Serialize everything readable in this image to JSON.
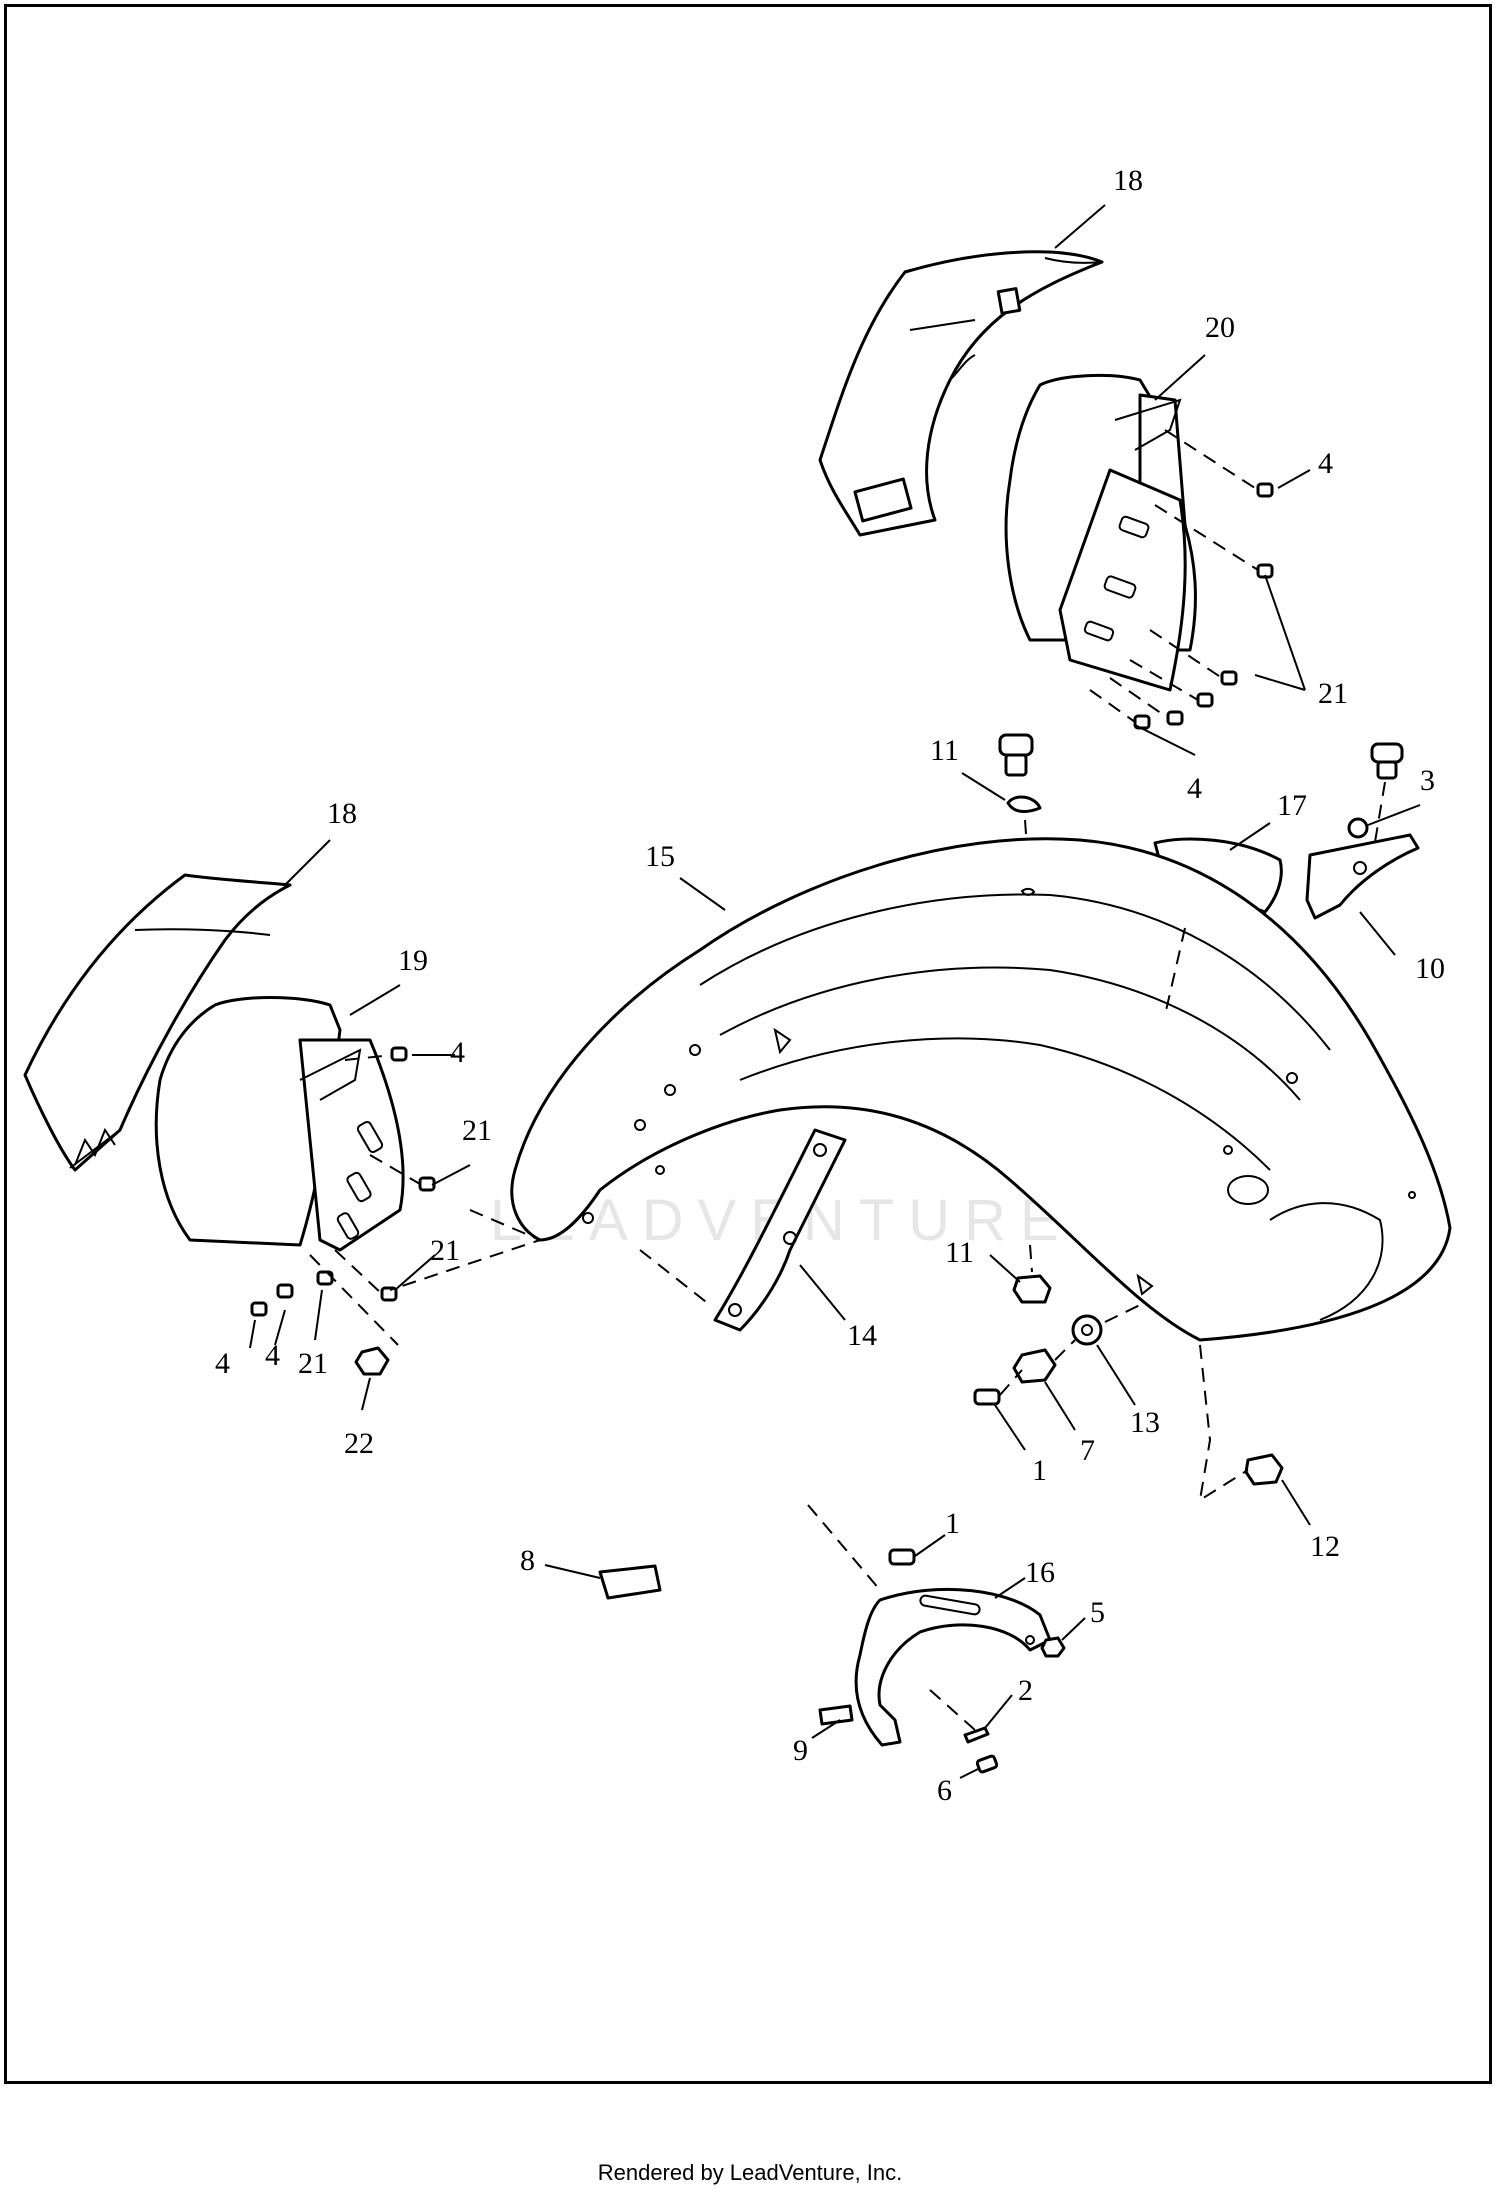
{
  "watermark": "LEADVENTURE",
  "footer": "Rendered by LeadVenture, Inc.",
  "callouts": [
    {
      "id": "c18a",
      "text": "18"
    },
    {
      "id": "c20",
      "text": "20"
    },
    {
      "id": "c4a",
      "text": "4"
    },
    {
      "id": "c21a",
      "text": "21"
    },
    {
      "id": "c4b",
      "text": "4"
    },
    {
      "id": "c11a",
      "text": "11"
    },
    {
      "id": "c3",
      "text": "3"
    },
    {
      "id": "c17",
      "text": "17"
    },
    {
      "id": "c10",
      "text": "10"
    },
    {
      "id": "c15",
      "text": "15"
    },
    {
      "id": "c18b",
      "text": "18"
    },
    {
      "id": "c19",
      "text": "19"
    },
    {
      "id": "c4c",
      "text": "4"
    },
    {
      "id": "c21b",
      "text": "21"
    },
    {
      "id": "c21c",
      "text": "21"
    },
    {
      "id": "c4d",
      "text": "4"
    },
    {
      "id": "c4e",
      "text": "4"
    },
    {
      "id": "c21d",
      "text": "21"
    },
    {
      "id": "c22",
      "text": "22"
    },
    {
      "id": "c14",
      "text": "14"
    },
    {
      "id": "c11b",
      "text": "11"
    },
    {
      "id": "c13",
      "text": "13"
    },
    {
      "id": "c7",
      "text": "7"
    },
    {
      "id": "c1a",
      "text": "1"
    },
    {
      "id": "c12",
      "text": "12"
    },
    {
      "id": "c8",
      "text": "8"
    },
    {
      "id": "c1b",
      "text": "1"
    },
    {
      "id": "c16",
      "text": "16"
    },
    {
      "id": "c5",
      "text": "5"
    },
    {
      "id": "c2",
      "text": "2"
    },
    {
      "id": "c9",
      "text": "9"
    },
    {
      "id": "c6",
      "text": "6"
    }
  ]
}
